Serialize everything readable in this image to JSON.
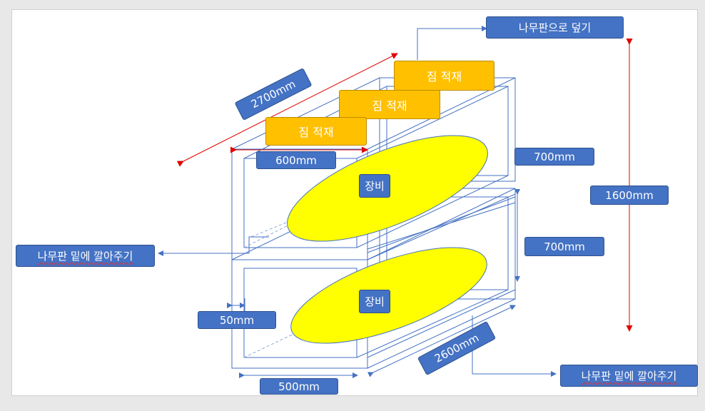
{
  "labels": {
    "top_cover": "나무판으로 덮기",
    "cargo_1": "짐 적재",
    "cargo_2": "짐 적재",
    "cargo_3": "짐 적재",
    "depth_top": "2700mm",
    "width_600": "600mm",
    "height_700_upper": "700mm",
    "height_1600": "1600mm",
    "equipment_upper": "장비",
    "height_700_lower": "700mm",
    "under_left": "나무판 밑에 깔아주기",
    "equipment_lower": "장비",
    "gap_50": "50mm",
    "depth_bottom": "2600mm",
    "under_right": "나무판 밑에 깔아주기",
    "width_500": "500mm"
  },
  "colors": {
    "label_fill": "#4472c4",
    "label_border": "#2f528f",
    "cargo_fill": "#ffc000",
    "equipment_fill": "#ffff00",
    "wire_line": "#4472c4",
    "red_arrow": "#e00000"
  }
}
